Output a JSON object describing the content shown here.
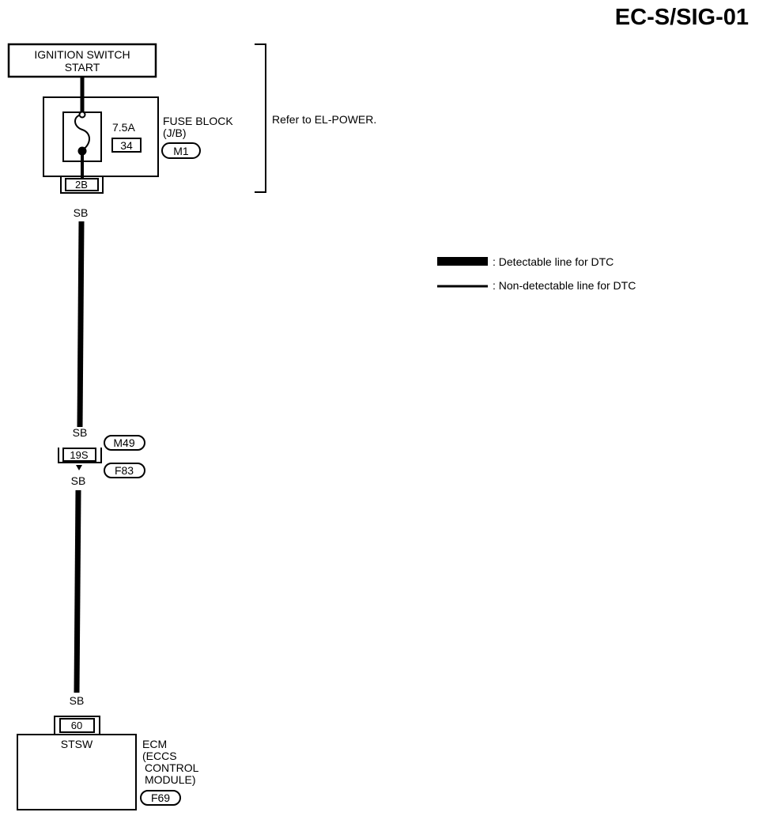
{
  "page_title": "EC-S/SIG-01",
  "ignition_switch": {
    "line1": "IGNITION SWITCH",
    "line2": "START"
  },
  "fuse_block": {
    "rating": "7.5A",
    "number": "34",
    "label_line1": "FUSE BLOCK",
    "label_line2": "(J/B)",
    "connector_id": "M1",
    "terminal": "2B",
    "note": "Refer to EL-POWER."
  },
  "wires": {
    "upper_color": "SB",
    "mid_top_color": "SB",
    "mid_bottom_color": "SB",
    "lower_color": "SB"
  },
  "joint_connector": {
    "terminal": "19S",
    "upper_id": "M49",
    "lower_id": "F83"
  },
  "ecm": {
    "terminal": "60",
    "pin_name": "STSW",
    "label_line1": "ECM",
    "label_line2": "(ECCS",
    "label_line3": "CONTROL",
    "label_line4": "MODULE)",
    "connector_id": "F69"
  },
  "legend": {
    "detectable": ": Detectable line for DTC",
    "non_detectable": ": Non-detectable line for DTC"
  },
  "colors": {
    "ink": "#000000",
    "background": "#ffffff"
  }
}
